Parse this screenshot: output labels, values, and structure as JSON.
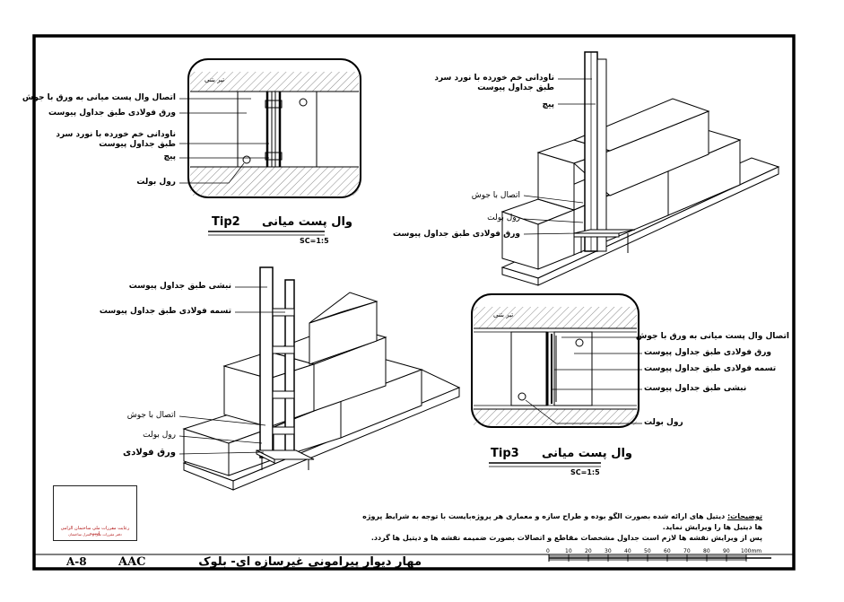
{
  "tip2": {
    "title_fa": "وال پست میانی",
    "title_code": "Tip2",
    "scale": "SC=1:5",
    "hatch_label": "تیر بتنی",
    "callouts": [
      "اتصال وال پست میانی به ورق با جوش",
      "ورق فولادی طبق جداول پیوست",
      "ناودانی خم خورده با نورد سرد",
      "طبق جداول پیوست",
      "پیچ",
      "رول بولت"
    ]
  },
  "iso_top": {
    "callouts": [
      "ناودانی خم خورده با نورد سرد",
      "طبق جداول پیوست",
      "پیچ",
      "اتصال با جوش",
      "رول بولت",
      "ورق فولادی طبق جداول پیوست"
    ]
  },
  "iso_bottom": {
    "callouts": [
      "نبشی طبق جداول پیوست",
      "تسمه فولادی طبق جداول پیوست",
      "اتصال با جوش",
      "رول بولت",
      "ورق فولادی"
    ]
  },
  "tip3": {
    "title_fa": "وال پست میانی",
    "title_code": "Tip3",
    "scale": "SC=1:5",
    "hatch_label": "تیر بتنی",
    "callouts": [
      "اتصال وال پست میانی به ورق با جوش",
      "ورق فولادی طبق جداول پیوست",
      "تسمه فولادی طبق جداول پیوست",
      "نبشی طبق جداول پیوست",
      "رول بولت"
    ]
  },
  "notes": {
    "title": "توضیحات:",
    "line1": "دیتیل های ارائه شده بصورت الگو بوده و طراح سازه و معماری هر پروژه‌بایست با توجه به شرایط پروژه ها دیتیل ها را ویرایش نماید.",
    "line2": "پس از ویرایش نقشه ها لازم است جداول مشخصات مقاطع و اتصالات بصورت ضمیمه نقشه ها و دیتیل ها گردد."
  },
  "logo": {
    "caption": "رعایت مقررات ملی ساختمان الزامی است",
    "subcaption": "دفتر مقررات ملی و کنترل ساختمان"
  },
  "footer": {
    "title_fa": "مهار دیوار پیرامونی غیرسازه ای- بلوک",
    "material": "AAC",
    "sheet_no": "A-8"
  },
  "scalebar": {
    "ticks": [
      "0",
      "10",
      "20",
      "30",
      "40",
      "50",
      "60",
      "70",
      "80",
      "90",
      "100mm"
    ]
  }
}
